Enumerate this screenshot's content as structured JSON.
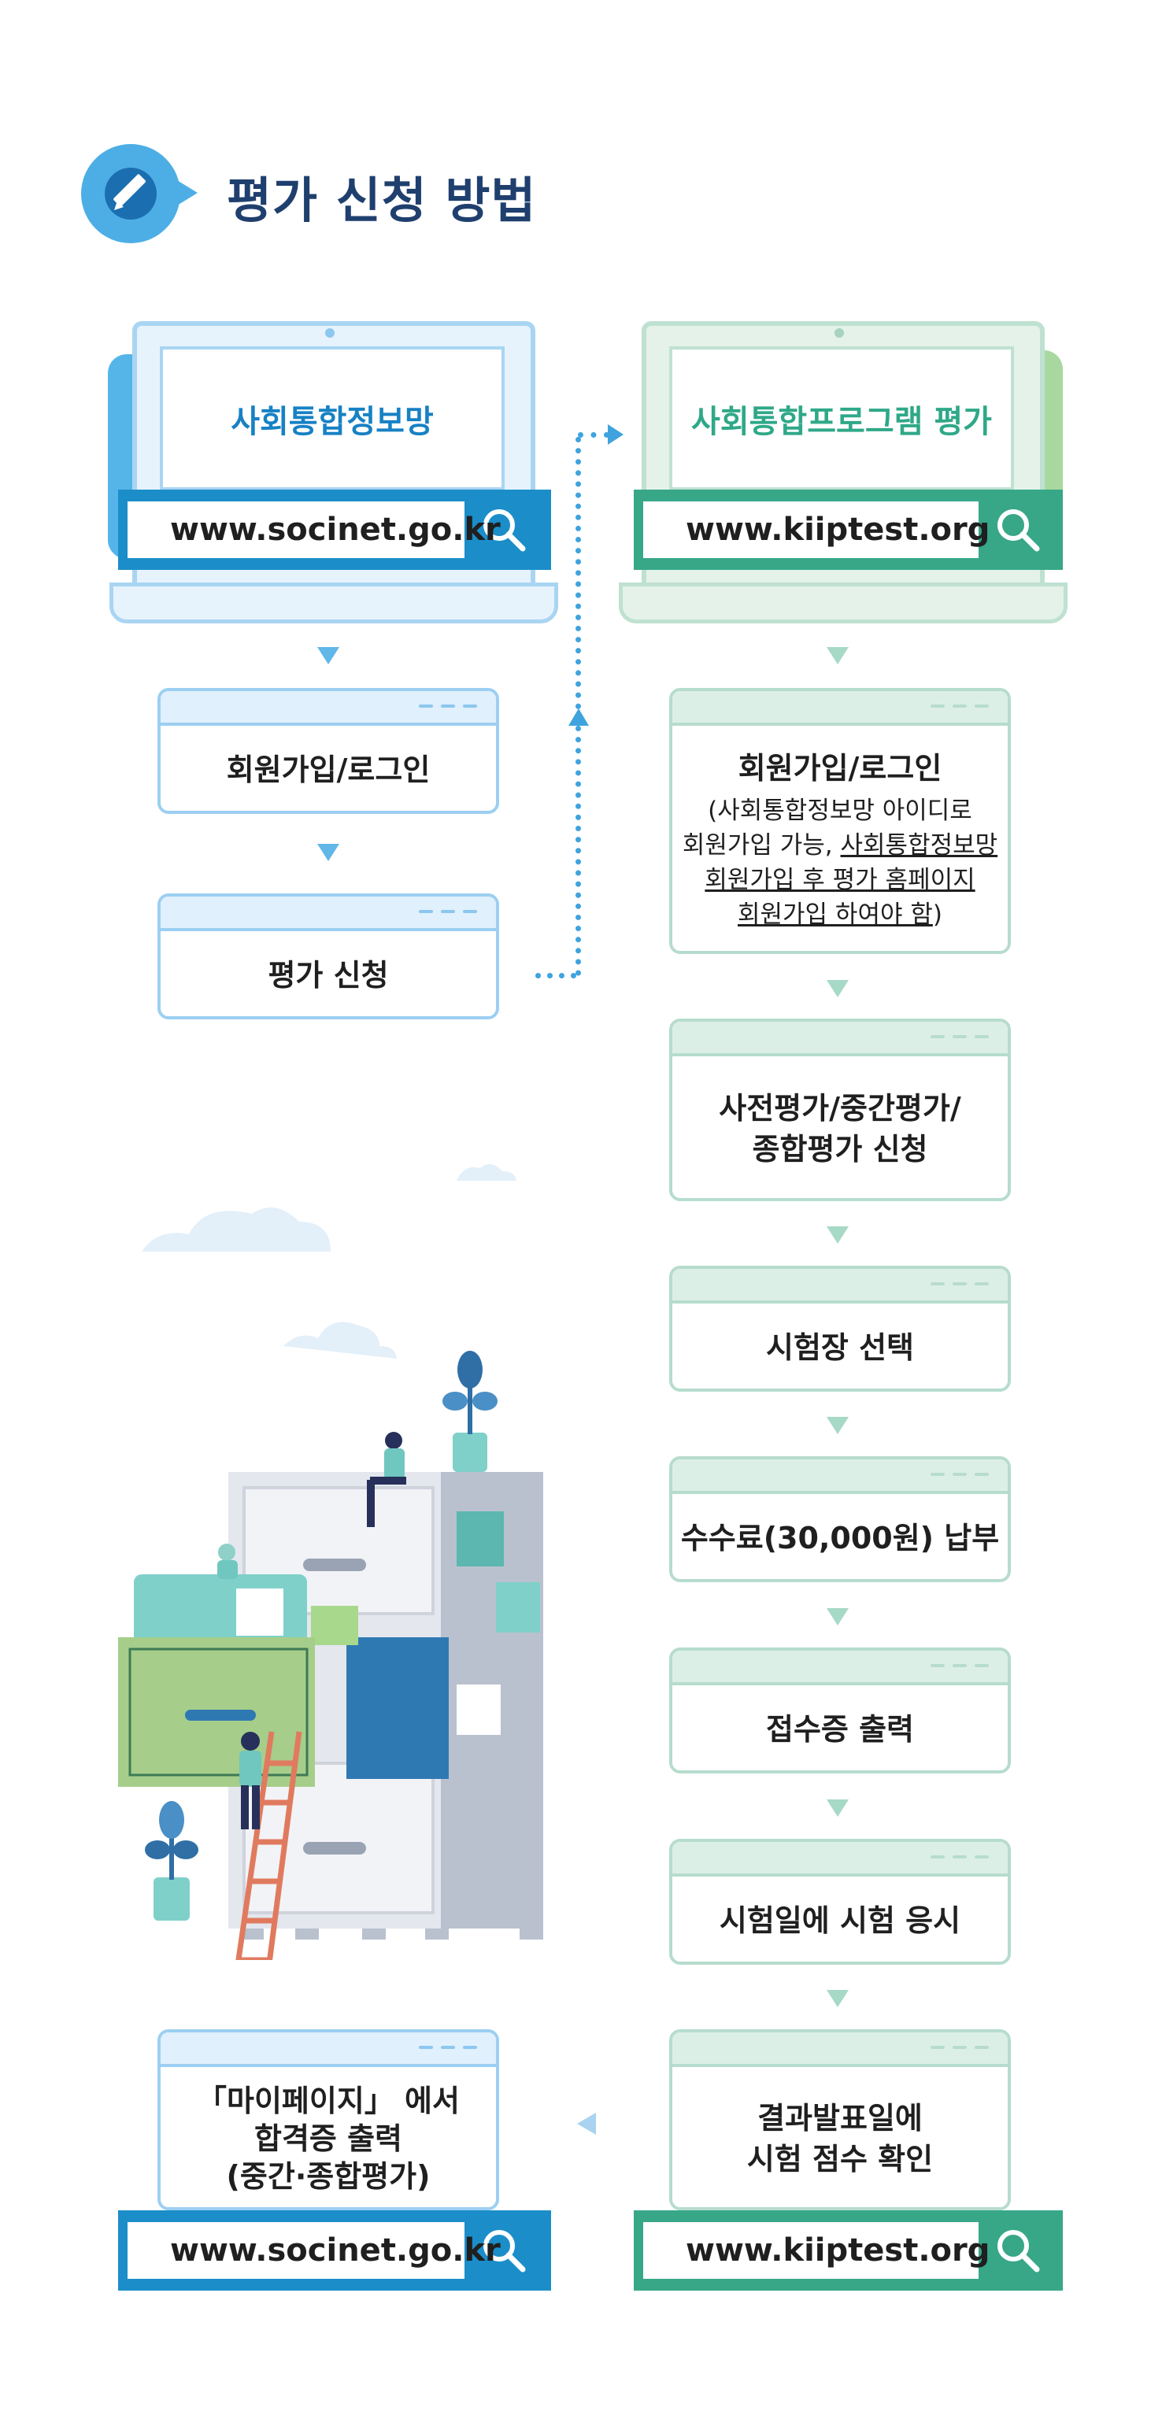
{
  "title": "평가 신청 방법",
  "left_site": {
    "name": "사회통합정보망",
    "url": "www.socinet.go.kr",
    "steps": [
      {
        "label": "회원가입/로그인"
      },
      {
        "label": "평가 신청"
      }
    ]
  },
  "right_site": {
    "name": "사회통합프로그램 평가",
    "url": "www.kiiptest.org",
    "steps": [
      {
        "label": "회원가입/로그인",
        "note_line1": "(사회통합정보망 아이디로",
        "note_line2_plain": "회원가입 가능, ",
        "note_line2_underlined": "사회통합정보망",
        "note_line3": "회원가입 후 평가 홈페이지",
        "note_line4_underlined": "회원가입 하여야 함",
        "note_line4_end": ")"
      },
      {
        "line1": "사전평가/중간평가/",
        "line2": "종합평가 신청"
      },
      {
        "label": "시험장 선택"
      },
      {
        "label": "수수료(30,000원) 납부"
      },
      {
        "label": "접수증 출력"
      },
      {
        "label": "시험일에 시험 응시"
      },
      {
        "line1": "결과발표일에",
        "line2": "시험 점수 확인"
      }
    ]
  },
  "final_step": {
    "line1": "「마이페이지」 에서",
    "line2": "합격증 출력",
    "line3": "(중간·종합평가)"
  },
  "colors": {
    "blue_accent": "#1b8ec9",
    "green_accent": "#37a788",
    "title_color": "#1f3f6e"
  },
  "icons": [
    "pencil-icon",
    "search-icon"
  ]
}
